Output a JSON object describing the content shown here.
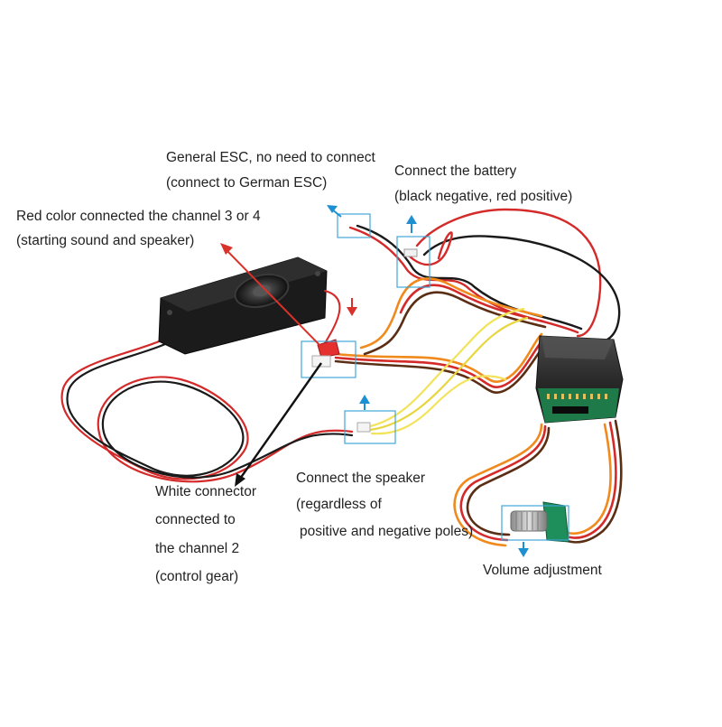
{
  "labels": {
    "esc": {
      "line1": "General ESC, no need to connect",
      "line2": "(connect to German ESC)"
    },
    "battery": {
      "line1": "Connect the battery",
      "line2": "(black negative, red positive)"
    },
    "red_connector": {
      "line1": "Red color connected the channel 3 or 4",
      "line2": "(starting sound and speaker)"
    },
    "speaker": {
      "line1": "Connect the speaker",
      "line2": "(regardless of",
      "line3": "positive and negative poles)"
    },
    "white_connector": {
      "line1": "White connector",
      "line2": "connected to",
      "line3": "the channel 2",
      "line4": "(control gear)"
    },
    "volume": {
      "line1": "Volume adjustment"
    }
  },
  "colors": {
    "callout_box": "#3fa6d8",
    "arrow_blue": "#1e8fd0",
    "arrow_red": "#d8322b",
    "pointer_black": "#111111",
    "wire_red": "#d42a2a",
    "wire_black": "#1a1a1a",
    "wire_orange": "#f08a1c",
    "wire_yellow": "#f2e35a",
    "speaker_body": "#1b1b1b",
    "module_body": "#2b2b2b",
    "pcb": "#1f7a4a",
    "pot_green": "#1e8f5a",
    "pot_knob": "#b8b8b8"
  },
  "icons": [
    "speaker-icon",
    "sound-module-icon",
    "volume-knob-icon"
  ]
}
